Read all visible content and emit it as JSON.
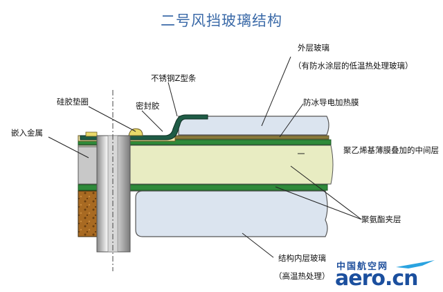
{
  "title": "二号风挡玻璃结构",
  "labels": {
    "outer_glass": "外层玻璃",
    "outer_glass_note": "（有防水涂层的低温热处理玻璃）",
    "stainless_strip": "不锈钢Z型条",
    "seal": "密封胶",
    "silicone_pad": "硅胶垫圈",
    "embedded_metal": "嵌入金属",
    "anti_ice_film": "防冰导电加热膜",
    "pvb_interlayer": "聚乙烯基薄膜叠加的中间层",
    "pu_interlayer": "聚氨酯夹层",
    "inner_glass": "结构内层玻璃",
    "inner_glass_note": "（高温热处理）"
  },
  "logo": {
    "cn": "中国航空网",
    "en": "aero.cn"
  },
  "colors": {
    "title": "#3b6aa8",
    "glass": "#dbe4ef",
    "interlayer": "#e8ecc2",
    "green_layer": "#2f8a3a",
    "wood": "#a0671f",
    "strip": "#1f5c46"
  }
}
